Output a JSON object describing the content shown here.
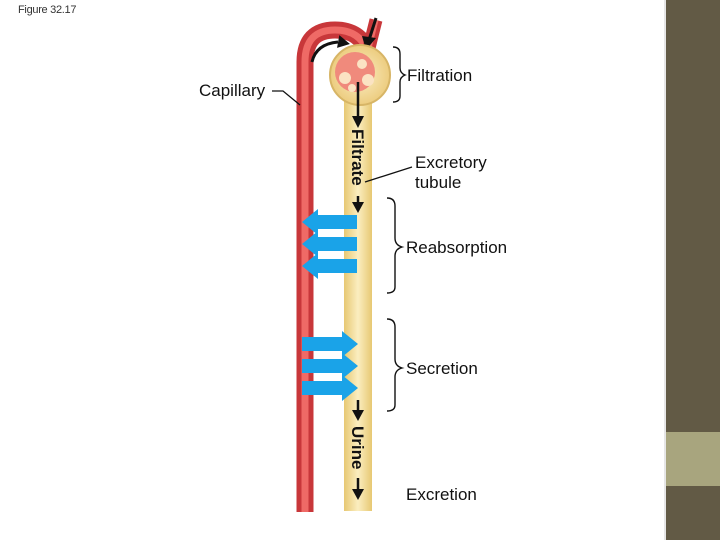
{
  "figure_caption": "Figure 32.17",
  "labels": {
    "capillary": "Capillary",
    "filtration": "Filtration",
    "filtrate": "Filtrate",
    "excretory_tubule_line1": "Excretory",
    "excretory_tubule_line2": "tubule",
    "reabsorption": "Reabsorption",
    "secretion": "Secretion",
    "urine": "Urine",
    "excretion": "Excretion"
  },
  "colors": {
    "capillary_red": "#e2484a",
    "tubule_yellow": "#f5dfa0",
    "transport_arrow_blue": "#1aa3e8",
    "sidebar_dark": "#625a45",
    "sidebar_accent": "#a8a57e"
  }
}
